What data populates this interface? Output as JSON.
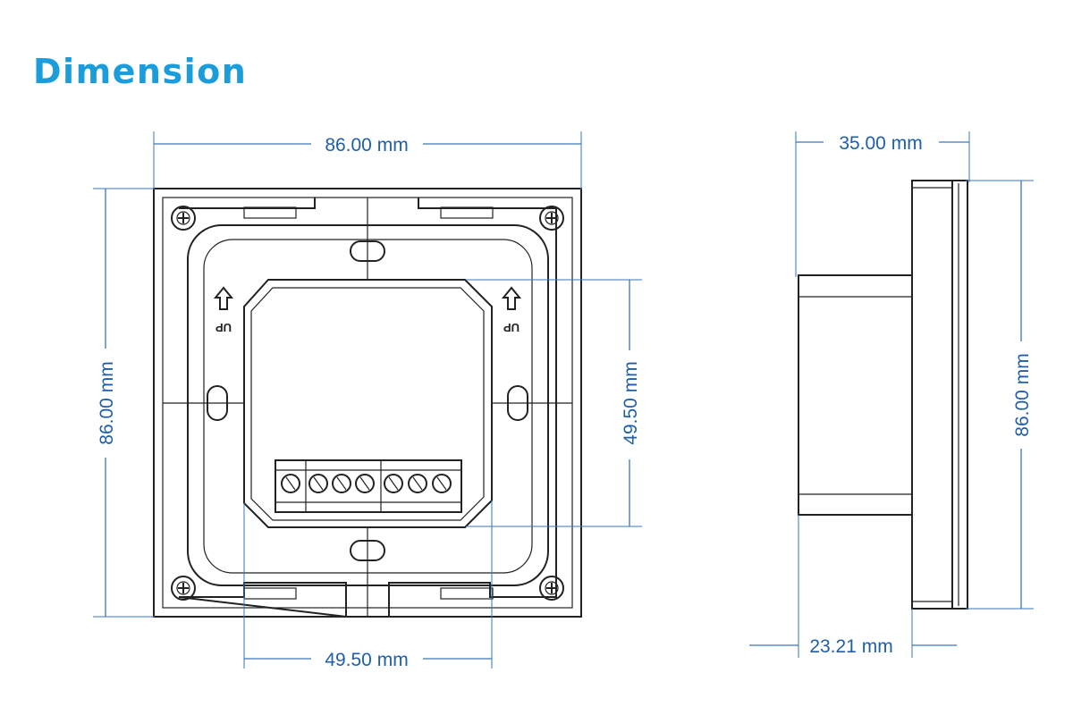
{
  "title": "Dimension",
  "dimensions": {
    "front_width": "86.00 mm",
    "front_height": "86.00 mm",
    "center_height": "49.50 mm",
    "center_width": "49.50 mm",
    "side_depth": "35.00 mm",
    "side_height": "86.00 mm",
    "side_body_depth": "23.21 mm"
  },
  "labels": {
    "up_left": "UP",
    "up_right": "UP"
  },
  "colors": {
    "title": "#1b9ddb",
    "dimension_line": "#3a76b8",
    "dimension_text": "#1f5fa8",
    "outline": "#222222"
  }
}
